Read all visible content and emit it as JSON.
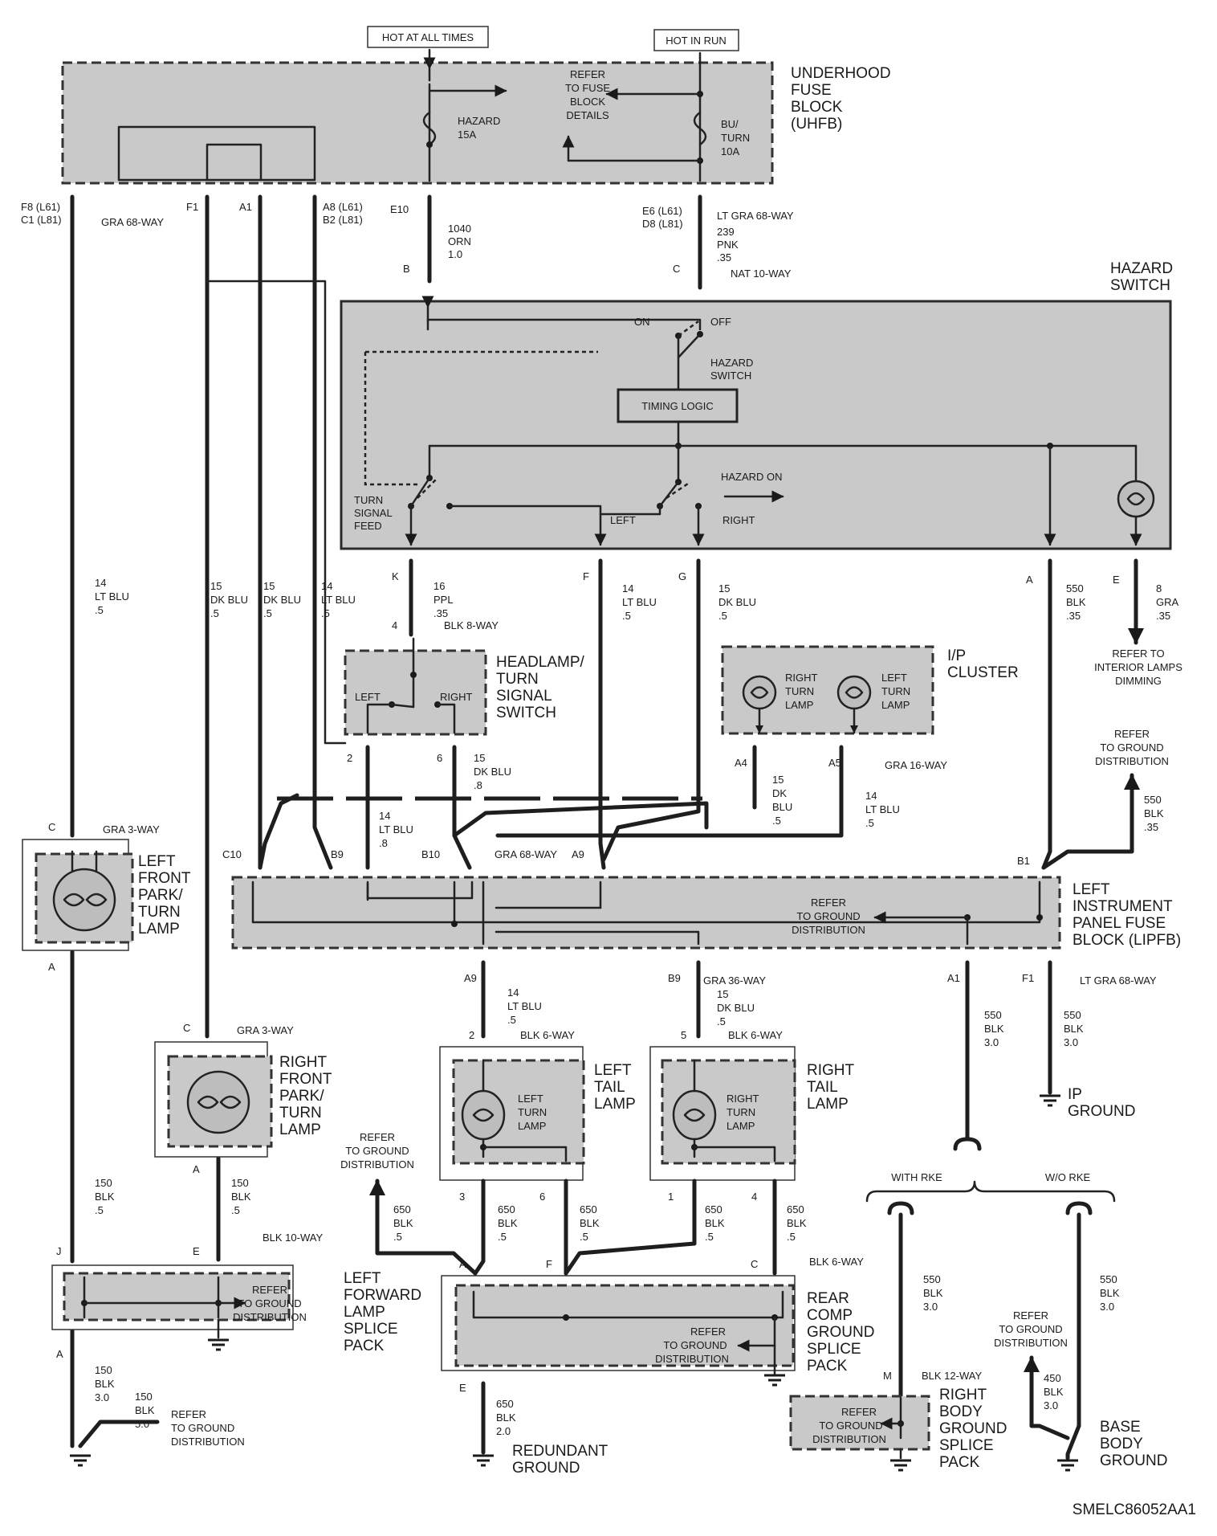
{
  "header": {
    "hot_at_all_times": "HOT AT ALL TIMES",
    "hot_in_run": "HOT IN RUN"
  },
  "uhfb": {
    "title": [
      "UNDERHOOD",
      "FUSE",
      "BLOCK",
      "(UHFB)"
    ],
    "refer": [
      "REFER",
      "TO FUSE",
      "BLOCK",
      "DETAILS"
    ],
    "hazard_fuse": [
      "HAZARD",
      "15A"
    ],
    "turn_fuse": [
      "BU/",
      "TURN",
      "10A"
    ]
  },
  "top_pins": {
    "f8c1": [
      "F8 (L61)",
      "C1 (L81)"
    ],
    "gra68": "GRA 68-WAY",
    "f1": "F1",
    "a1": "A1",
    "a8b2": [
      "A8 (L61)",
      "B2 (L81)"
    ],
    "e10": "E10",
    "e6d8": [
      "E6 (L61)",
      "D8 (L81)"
    ],
    "lt_gra68": "LT GRA 68-WAY",
    "wire_1040": [
      "1040",
      "ORN",
      "1.0"
    ],
    "wire_239": [
      "239",
      "PNK",
      ".35"
    ],
    "pin_b": "B",
    "pin_c": "C",
    "nat10": "NAT 10-WAY"
  },
  "hazard_switch": {
    "title": [
      "HAZARD",
      "SWITCH"
    ],
    "on": "ON",
    "off": "OFF",
    "switch_label": [
      "HAZARD",
      "SWITCH"
    ],
    "timing_logic": "TIMING LOGIC",
    "hazard_on": "HAZARD ON",
    "turn_signal_feed": [
      "TURN",
      "SIGNAL",
      "FEED"
    ],
    "left": "LEFT",
    "right": "RIGHT"
  },
  "hazard_pins": {
    "k": "K",
    "f": "F",
    "g": "G",
    "a": "A",
    "e": "E"
  },
  "wires_mid": {
    "w14ltblu_a": [
      "14",
      "LT BLU",
      ".5"
    ],
    "w15dkblu_a": [
      "15",
      "DK BLU",
      ".5"
    ],
    "w15dkblu_b": [
      "15",
      "DK BLU",
      ".5"
    ],
    "w14ltblu_b": [
      "14",
      "LT BLU",
      ".5"
    ],
    "w16ppl": [
      "16",
      "PPL",
      ".35"
    ],
    "w14ltblu_c": [
      "14",
      "LT BLU",
      ".5"
    ],
    "w15dkblu_c": [
      "15",
      "DK BLU",
      ".5"
    ],
    "w550blk": [
      "550",
      "BLK",
      ".35"
    ],
    "w8gra": [
      "8",
      "GRA",
      ".35"
    ],
    "refer_interior": [
      "REFER TO",
      "INTERIOR LAMPS",
      "DIMMING"
    ]
  },
  "headlamp_switch": {
    "pin4": "4",
    "blk8": "BLK 8-WAY",
    "title": [
      "HEADLAMP/",
      "TURN",
      "SIGNAL",
      "SWITCH"
    ],
    "left": "LEFT",
    "right": "RIGHT",
    "pin2": "2",
    "pin6": "6",
    "w15dkblu8": [
      "15",
      "DK BLU",
      ".8"
    ],
    "w14ltblu8": [
      "14",
      "LT BLU",
      ".8"
    ]
  },
  "ip_cluster": {
    "title": [
      "I/P",
      "CLUSTER"
    ],
    "right_lamp": [
      "RIGHT",
      "TURN",
      "LAMP"
    ],
    "left_lamp": [
      "LEFT",
      "TURN",
      "LAMP"
    ],
    "a4": "A4",
    "a5": "A5",
    "gra16": "GRA 16-WAY",
    "w15dkblu": [
      "15",
      "DK",
      "BLU",
      ".5"
    ],
    "w14ltblu": [
      "14",
      "LT BLU",
      ".5"
    ]
  },
  "ground_ref_top": {
    "refer": [
      "REFER",
      "TO GROUND",
      "DISTRIBUTION"
    ],
    "w550": [
      "550",
      "BLK",
      ".35"
    ]
  },
  "lipfb": {
    "c10": "C10",
    "b9": "B9",
    "b10": "B10",
    "gra68": "GRA 68-WAY",
    "a9": "A9",
    "b1": "B1",
    "title": [
      "LEFT",
      "INSTRUMENT",
      "PANEL FUSE",
      "BLOCK (LIPFB)"
    ],
    "refer": [
      "REFER",
      "TO GROUND",
      "DISTRIBUTION"
    ]
  },
  "left_front_lamp": {
    "pin_c": "C",
    "gra3": "GRA 3-WAY",
    "title": [
      "LEFT",
      "FRONT",
      "PARK/",
      "TURN",
      "LAMP"
    ],
    "pin_a": "A"
  },
  "right_front_lamp": {
    "pin_c": "C",
    "gra3": "GRA 3-WAY",
    "title": [
      "RIGHT",
      "FRONT",
      "PARK/",
      "TURN",
      "LAMP"
    ],
    "pin_a": "A"
  },
  "lower_pins": {
    "a9": "A9",
    "w14ltblu": [
      "14",
      "LT BLU",
      ".5"
    ],
    "b9": "B9",
    "gra36": "GRA 36-WAY",
    "w15dkblu": [
      "15",
      "DK BLU",
      ".5"
    ],
    "a1": "A1",
    "w550_30": [
      "550",
      "BLK",
      "3.0"
    ],
    "f1": "F1",
    "lt_gra68": "LT GRA 68-WAY",
    "w550_30b": [
      "550",
      "BLK",
      "3.0"
    ],
    "ip_ground": [
      "IP",
      "GROUND"
    ]
  },
  "tail_lamps": {
    "pin2": "2",
    "blk6_a": "BLK 6-WAY",
    "pin5": "5",
    "blk6_b": "BLK 6-WAY",
    "left_lamp": [
      "LEFT",
      "TURN",
      "LAMP"
    ],
    "left_title": [
      "LEFT",
      "TAIL",
      "LAMP"
    ],
    "right_lamp": [
      "RIGHT",
      "TURN",
      "LAMP"
    ],
    "right_title": [
      "RIGHT",
      "TAIL",
      "LAMP"
    ],
    "pin3": "3",
    "pin6": "6",
    "pin1": "1",
    "pin4": "4"
  },
  "lower_wires": {
    "w150_a": [
      "150",
      "BLK",
      ".5"
    ],
    "w150_b": [
      "150",
      "BLK",
      ".5"
    ],
    "blk10": "BLK 10-WAY",
    "pin_j": "J",
    "pin_e": "E",
    "refer_left": [
      "REFER",
      "TO GROUND",
      "DISTRIBUTION"
    ],
    "w650_a": [
      "650",
      "BLK",
      ".5"
    ],
    "w650_b": [
      "650",
      "BLK",
      ".5"
    ],
    "w650_c": [
      "650",
      "BLK",
      ".5"
    ],
    "w650_d": [
      "650",
      "BLK",
      ".5"
    ],
    "w650_e": [
      "650",
      "BLK",
      ".5"
    ],
    "pin_a": "A",
    "pin_f": "F",
    "pin_c": "C",
    "blk6": "BLK 6-WAY"
  },
  "left_forward_splice": {
    "title": [
      "LEFT",
      "FORWARD",
      "LAMP",
      "SPLICE",
      "PACK"
    ],
    "refer": [
      "REFER",
      "TO GROUND",
      "DISTRIBUTION"
    ],
    "pin_a": "A",
    "w150_30": [
      "150",
      "BLK",
      "3.0"
    ],
    "w150_50": [
      "150",
      "BLK",
      "5.0"
    ],
    "refer_bottom": [
      "REFER",
      "TO GROUND",
      "DISTRIBUTION"
    ]
  },
  "rear_splice": {
    "title": [
      "REAR",
      "COMP",
      "GROUND",
      "SPLICE",
      "PACK"
    ],
    "refer": [
      "REFER",
      "TO GROUND",
      "DISTRIBUTION"
    ],
    "pin_e": "E",
    "w650_20": [
      "650",
      "BLK",
      "2.0"
    ],
    "redundant": [
      "REDUNDANT",
      "GROUND"
    ]
  },
  "rke": {
    "with_rke": "WITH RKE",
    "wo_rke": "W/O RKE",
    "w550_a": [
      "550",
      "BLK",
      "3.0"
    ],
    "w550_b": [
      "550",
      "BLK",
      "3.0"
    ],
    "refer": [
      "REFER",
      "TO GROUND",
      "DISTRIBUTION"
    ],
    "w450": [
      "450",
      "BLK",
      "3.0"
    ],
    "pin_m": "M",
    "blk12": "BLK 12-WAY",
    "right_body_refer": [
      "REFER",
      "TO GROUND",
      "DISTRIBUTION"
    ],
    "right_body_title": [
      "RIGHT",
      "BODY",
      "GROUND",
      "SPLICE",
      "PACK"
    ],
    "base_title": [
      "BASE",
      "BODY",
      "GROUND"
    ]
  },
  "footer": {
    "code": "SMELC86052AA1"
  },
  "colors": {
    "panel_fill": "#c9c9c9",
    "wire": "#1e1e1e"
  }
}
